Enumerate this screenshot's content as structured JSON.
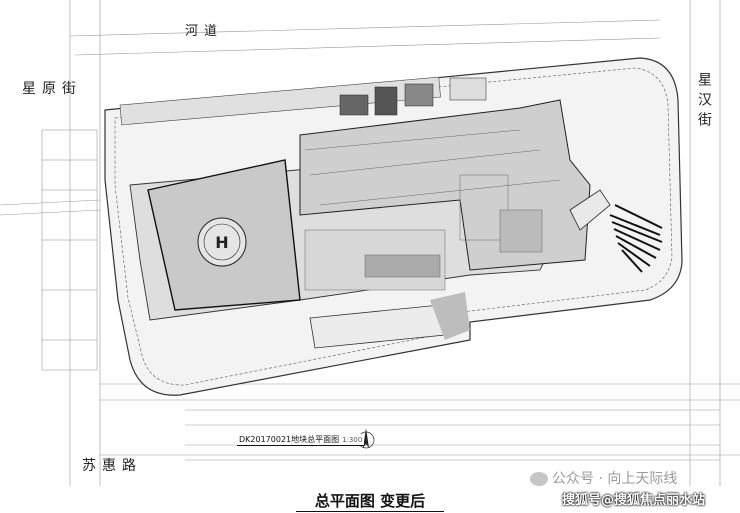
{
  "streets": {
    "north": "河道",
    "west": "星原街",
    "east": "星汉街",
    "south": "苏惠路"
  },
  "plan_title": "DK20170021地块总平面图",
  "plan_scale": "1:300",
  "caption": "总平面图  变更后",
  "watermarks": {
    "wechat": "公众号 · 向上天际线",
    "sohu": "搜狐号@搜狐焦点丽水站"
  },
  "colors": {
    "site_fill": "#e8e8e8",
    "building_fill": "#cfcfcf",
    "line": "#333333"
  }
}
